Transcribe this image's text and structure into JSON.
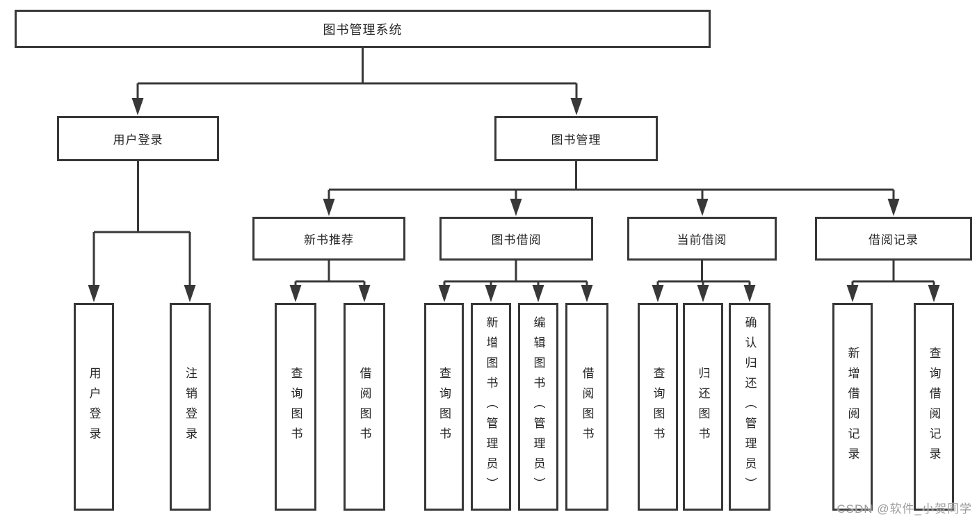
{
  "tree": {
    "root": "图书管理系统",
    "branches": [
      {
        "label": "用户登录",
        "children": [
          "用户登录",
          "注销登录"
        ]
      },
      {
        "label": "图书管理",
        "children": [
          {
            "label": "新书推荐",
            "children": [
              "查询图书",
              "借阅图书"
            ]
          },
          {
            "label": "图书借阅",
            "children": [
              "查询图书",
              "新增图书（管理员）",
              "编辑图书（管理员）",
              "借阅图书"
            ]
          },
          {
            "label": "当前借阅",
            "children": [
              "查询图书",
              "归还图书",
              "确认归还（管理员）"
            ]
          },
          {
            "label": "借阅记录",
            "children": [
              "新增借阅记录",
              "查询借阅记录"
            ]
          }
        ]
      }
    ]
  },
  "watermark": "CSDN @软件_小贺同学",
  "colors": {
    "line": "#383838",
    "text": "#262626",
    "watermark_text": "#9b9b9b",
    "background": "#ffffff"
  }
}
